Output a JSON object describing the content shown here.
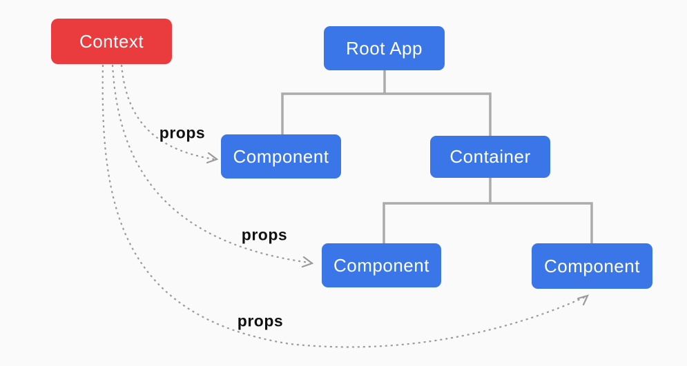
{
  "diagram": {
    "nodes": {
      "context": {
        "label": "Context"
      },
      "root_app": {
        "label": "Root App"
      },
      "component_top": {
        "label": "Component"
      },
      "container": {
        "label": "Container"
      },
      "component_bottom_left": {
        "label": "Component"
      },
      "component_bottom_right": {
        "label": "Component"
      }
    },
    "edge_labels": {
      "props_to_component_top": "props",
      "props_to_component_bottom_left": "props",
      "props_to_component_bottom_right": "props"
    },
    "colors": {
      "context_fill": "#EA3B3E",
      "component_fill": "#3A76E8",
      "node_text": "#FFFFFF",
      "tree_line": "#ABABAB",
      "props_line": "#9A9A9A",
      "label_text": "#111111",
      "background": "#FBFAFA"
    }
  }
}
